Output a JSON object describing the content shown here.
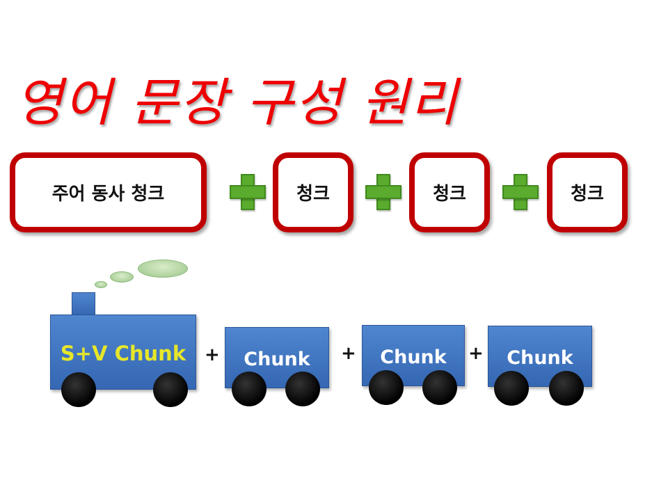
{
  "title": "영어 문장 구성 원리",
  "formula": {
    "boxes": [
      "주어 동사 청크",
      "청크",
      "청크",
      "청크"
    ],
    "plus_icon": "green-plus-icon"
  },
  "train": {
    "cars": [
      "S+V Chunk",
      "Chunk",
      "Chunk",
      "Chunk"
    ],
    "connector": "+"
  }
}
